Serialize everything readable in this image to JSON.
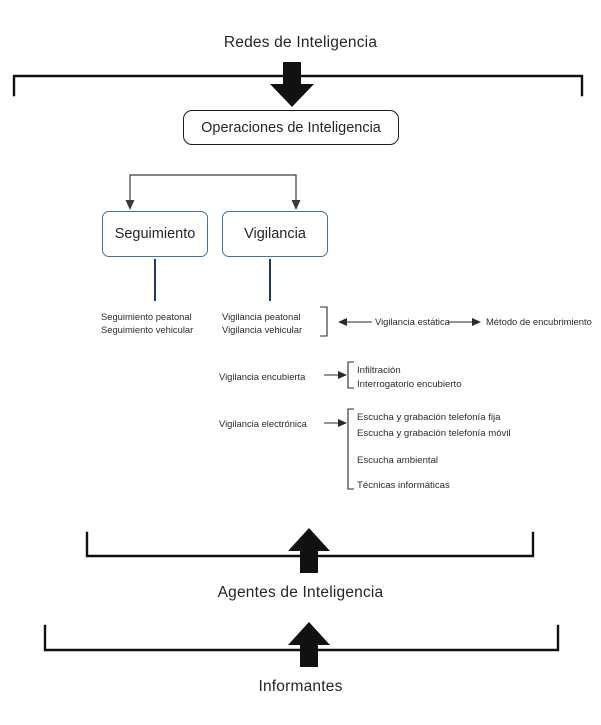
{
  "diagram": {
    "title_top": "Redes de Inteligencia",
    "nodes": {
      "operaciones": "Operaciones de Inteligencia",
      "seguimiento": "Seguimiento",
      "vigilancia": "Vigilancia"
    },
    "seguimiento_items": [
      "Seguimiento peatonal",
      "Seguimiento vehicular"
    ],
    "vigilancia_items": [
      "Vigilancia peatonal",
      "Vigilancia vehicular"
    ],
    "estatica": {
      "label": "Vigilancia estática",
      "metodo": "Método de encubrimiento"
    },
    "encubierta": {
      "label": "Vigilancia encubierta",
      "items": [
        "Infiltración",
        "Interrogatorio encubierto"
      ]
    },
    "electronica": {
      "label": "Vigilancia electrónica",
      "items": [
        "Escucha  y grabación telefonía fija",
        "Escucha y grabación telefonía móvil",
        "Escucha ambiental",
        "Técnicas informáticas"
      ]
    },
    "agentes": "Agentes de Inteligencia",
    "informantes": "Informantes",
    "colors": {
      "box_blue": "#41719c",
      "stroke_black": "#111111",
      "text": "#262626"
    }
  }
}
